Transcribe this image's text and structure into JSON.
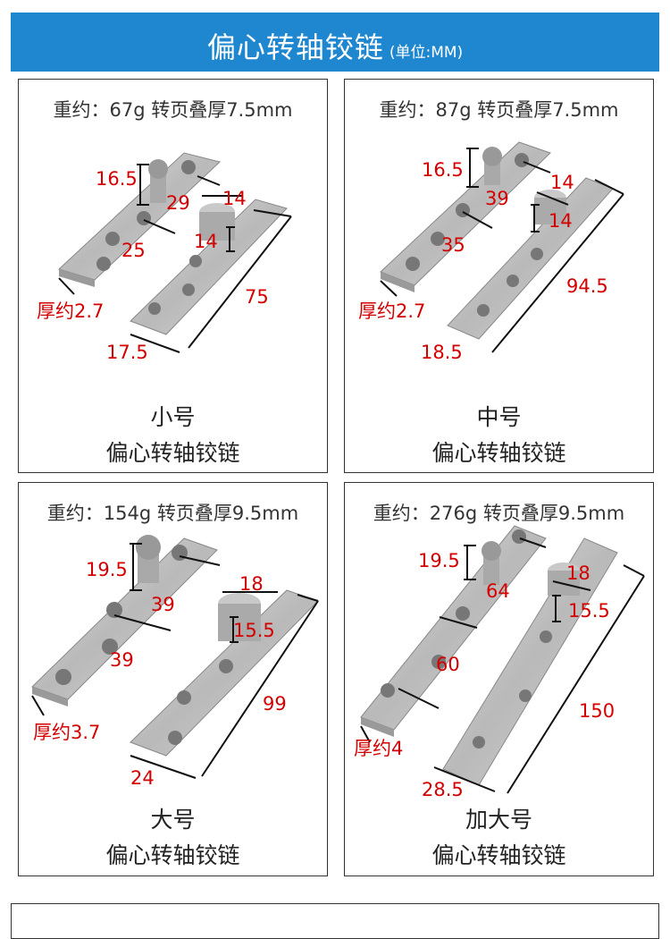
{
  "header": {
    "title": "偏心转轴铰链",
    "unit": "(单位:MM)",
    "bg_color": "#1e87cf"
  },
  "cards": [
    {
      "spec": "重约：67g  转页叠厚7.5mm",
      "size": "小号",
      "name": "偏心转轴铰链",
      "dims": {
        "pin_height": "16.5",
        "hole_a": "29",
        "hole_b": "25",
        "thickness": "厚约2.7",
        "boss_d": "14",
        "boss_h": "14",
        "length": "75",
        "width": "17.5"
      }
    },
    {
      "spec": "重约：87g  转页叠厚7.5mm",
      "size": "中号",
      "name": "偏心转轴铰链",
      "dims": {
        "pin_height": "16.5",
        "hole_a": "39",
        "hole_b": "35",
        "thickness": "厚约2.7",
        "boss_d": "14",
        "boss_h": "14",
        "length": "94.5",
        "width": "18.5"
      }
    },
    {
      "spec": "重约：154g  转页叠厚9.5mm",
      "size": "大号",
      "name": "偏心转轴铰链",
      "dims": {
        "pin_height": "19.5",
        "hole_a": "39",
        "hole_b": "39",
        "thickness": "厚约3.7",
        "boss_d": "18",
        "boss_h": "15.5",
        "length": "99",
        "width": "24"
      }
    },
    {
      "spec": "重约：276g  转页叠厚9.5mm",
      "size": "加大号",
      "name": "偏心转轴铰链",
      "dims": {
        "pin_height": "19.5",
        "hole_a": "64",
        "hole_b": "60",
        "thickness": "厚约4",
        "boss_d": "18",
        "boss_h": "15.5",
        "length": "150",
        "width": "28.5"
      }
    }
  ]
}
